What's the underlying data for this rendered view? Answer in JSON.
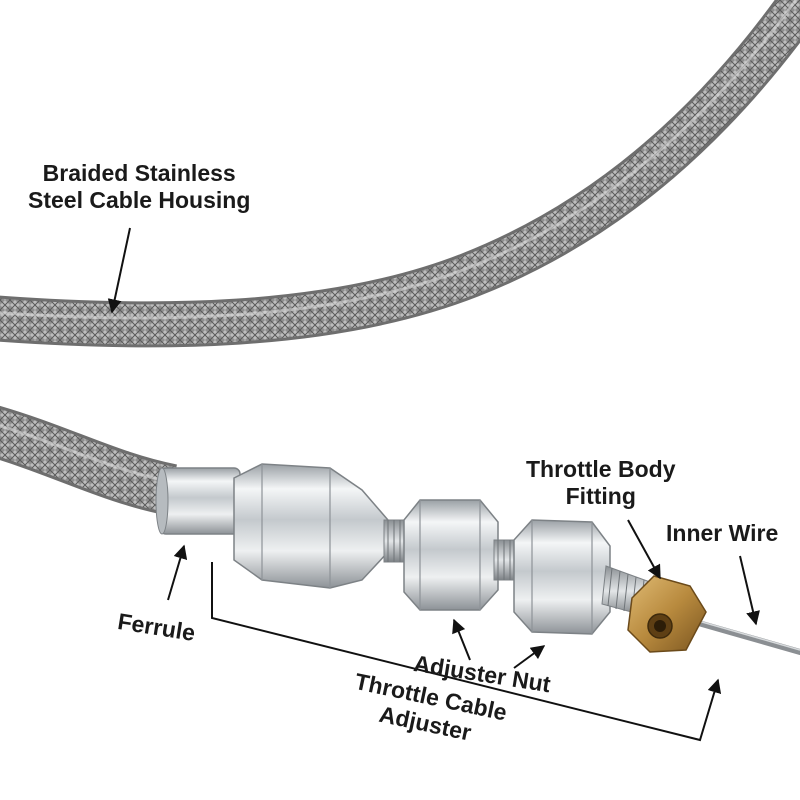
{
  "labels": {
    "housing": [
      "Braided Stainless",
      "Steel Cable Housing"
    ],
    "throttle_body_fitting": [
      "Throttle Body",
      "Fitting"
    ],
    "inner_wire": "Inner Wire",
    "ferrule": "Ferrule",
    "adjuster_nut": "Adjuster Nut",
    "throttle_cable_adjuster": [
      "Throttle Cable",
      "Adjuster"
    ]
  },
  "colors": {
    "background": "#ffffff",
    "text": "#1a1a1a",
    "braid": "#8c8c8c",
    "chrome": "#d9dde0",
    "brass": "#b88a3e",
    "arrow": "#111111"
  }
}
